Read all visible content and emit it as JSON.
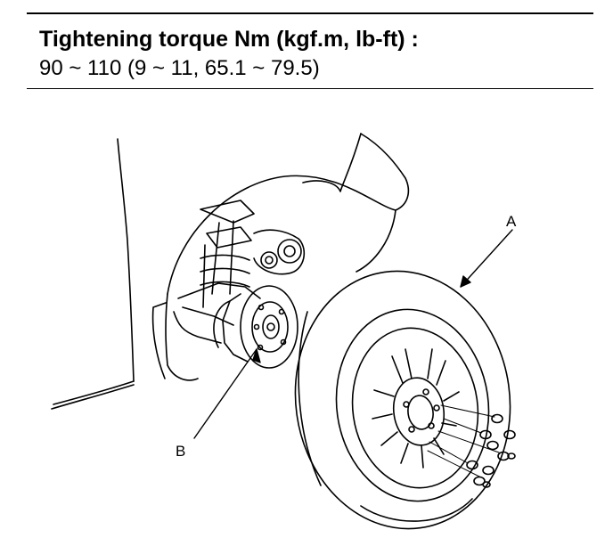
{
  "spec": {
    "title": "Tightening torque Nm (kgf.m, lb-ft) :",
    "value": "90 ~ 110 (9 ~ 11, 65.1 ~ 79.5)"
  },
  "figure": {
    "callout_a": "A",
    "callout_b": "B"
  },
  "colors": {
    "ink": "#000000",
    "paper": "#ffffff"
  },
  "icons": {
    "wheel": "wheel-icon",
    "hub": "hub-icon",
    "nut": "lug-nut-icon"
  }
}
